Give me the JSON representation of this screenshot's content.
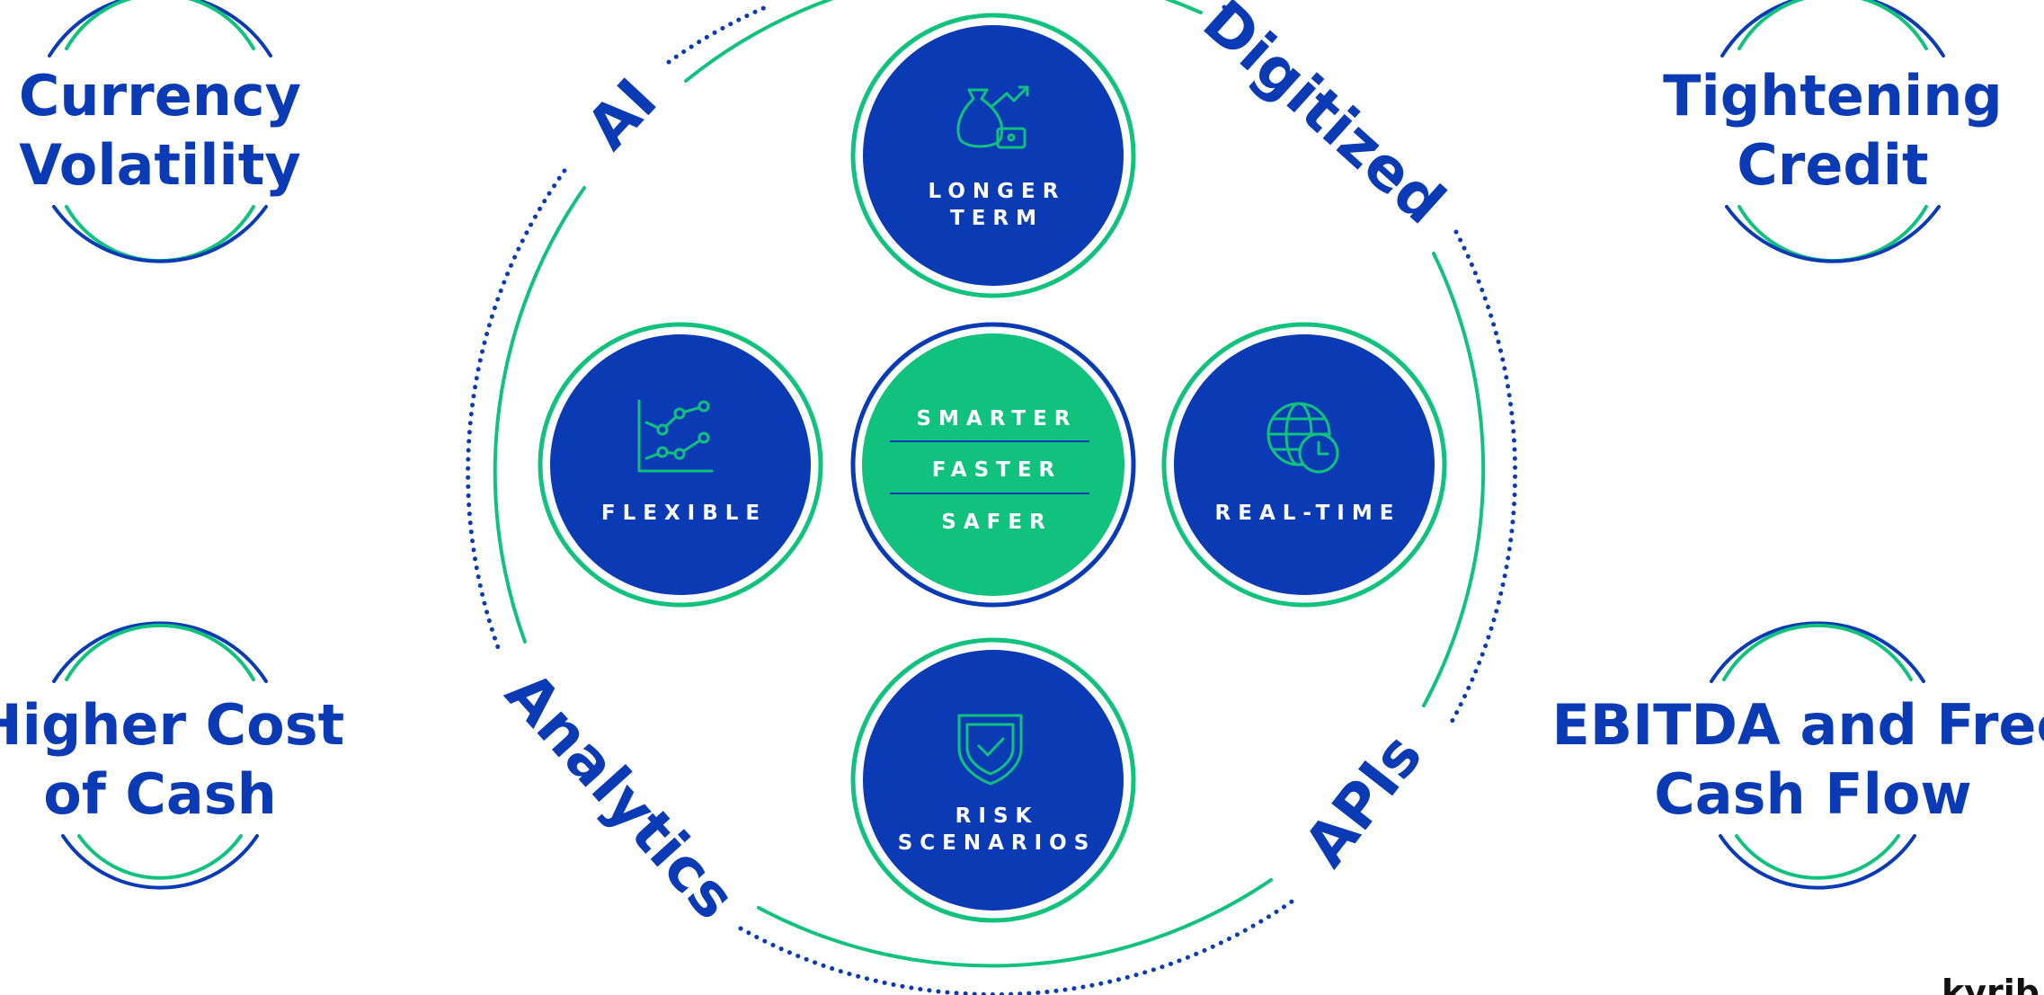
{
  "colors": {
    "blue": "#0a3bb5",
    "green": "#10c27e",
    "white": "#ffffff"
  },
  "corner_pressures": {
    "top_left": {
      "line1": "Currency",
      "line2": "Volatility"
    },
    "top_right": {
      "line1": "Tightening",
      "line2": "Credit"
    },
    "bottom_left": {
      "line1": "Higher Cost",
      "line2": "of Cash"
    },
    "bottom_right": {
      "line1": "EBITDA and Free",
      "line2": "Cash Flow"
    }
  },
  "ring_words": {
    "ai": "AI",
    "digitized": "Digitized",
    "analytics": "Analytics",
    "apis": "APIs"
  },
  "nodes": {
    "top": {
      "line1": "LONGER",
      "line2": "TERM",
      "icon": "money-bag-growth-icon"
    },
    "left": {
      "line1": "FLEXIBLE",
      "icon": "line-chart-icon"
    },
    "right": {
      "line1": "REAL-TIME",
      "icon": "globe-clock-icon"
    },
    "bottom": {
      "line1": "RISK",
      "line2": "SCENARIOS",
      "icon": "shield-check-icon"
    },
    "center": {
      "line1": "SMARTER",
      "line2": "FASTER",
      "line3": "SAFER"
    }
  },
  "brand": {
    "logo_text": "kyrib"
  }
}
